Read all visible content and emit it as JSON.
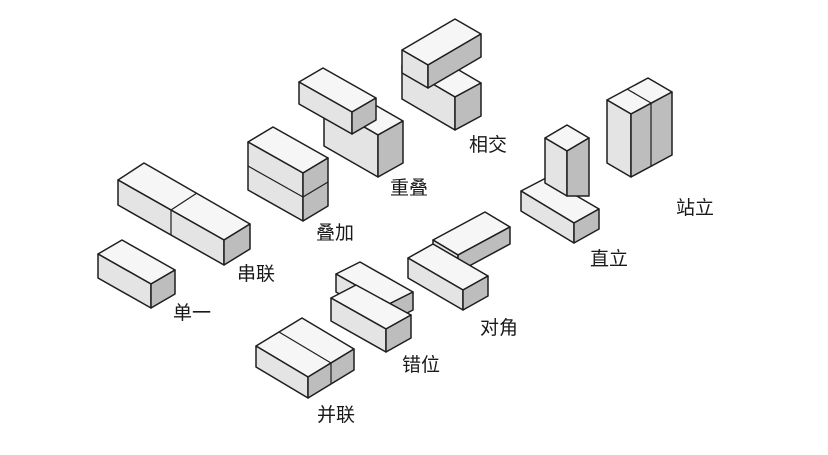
{
  "labels": {
    "single": "单一",
    "series": "串联",
    "stack": "叠加",
    "overlap": "重叠",
    "intersect": "相交",
    "upright": "直立",
    "standing": "站立",
    "diagonal": "对角",
    "staggered": "错位",
    "parallel": "并联"
  }
}
